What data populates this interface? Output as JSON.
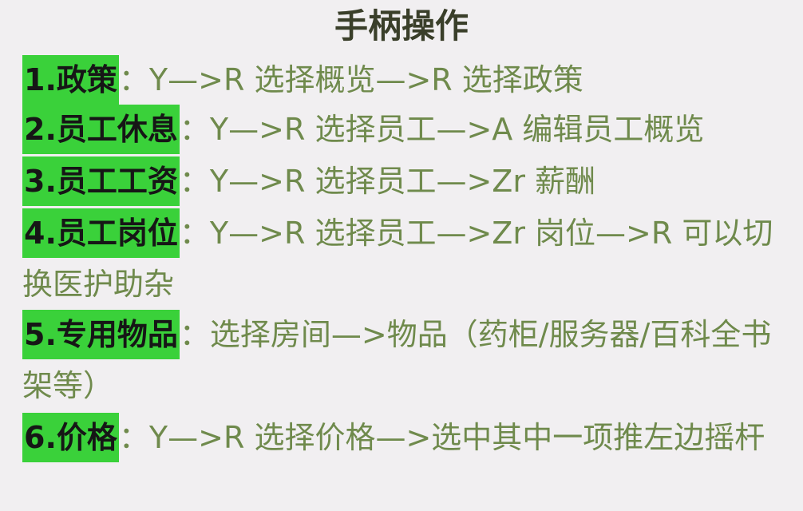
{
  "title": "手柄操作",
  "items": [
    {
      "label": "1.政策",
      "colon": "：",
      "text": "Y—>R 选择概览—>R 选择政策"
    },
    {
      "label": "2.员工休息",
      "colon": "：",
      "text": "Y—>R 选择员工—>A 编辑员工概览"
    },
    {
      "label": "3.员工工资",
      "colon": "：",
      "text": "Y—>R 选择员工—>Zr 薪酬"
    },
    {
      "label": "4.员工岗位",
      "colon": "：",
      "text": "Y—>R 选择员工—>Zr 岗位—>R 可以切换医护助杂"
    },
    {
      "label": "5.专用物品",
      "colon": "：",
      "text": "选择房间—>物品（药柜/服务器/百科全书架等）"
    },
    {
      "label": "6.价格",
      "colon": "：",
      "text": "Y—>R 选择价格—>选中其中一项推左边摇杆"
    }
  ],
  "colors": {
    "background": "#f1eff1",
    "label_highlight": "#3ad13a",
    "text_green": "#6f8a4c",
    "title": "#3a3f2a"
  }
}
